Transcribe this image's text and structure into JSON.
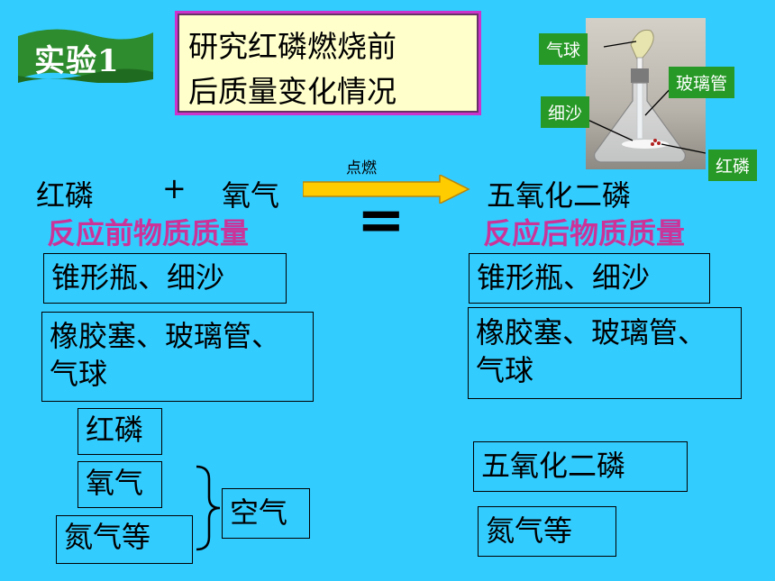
{
  "badge": {
    "label": "实验1"
  },
  "title": {
    "line1": "研究红磷燃烧前",
    "line2": "后质量变化情况"
  },
  "photo_labels": {
    "balloon": "气球",
    "glass_tube": "玻璃管",
    "fine_sand": "细沙",
    "red_phosphorus": "红磷"
  },
  "equation": {
    "reactant1": "红磷",
    "plus": "+",
    "reactant2": "氧气",
    "condition": "点燃",
    "product": "五氧化二磷",
    "equals": "="
  },
  "headings": {
    "before": "反应前物质质量",
    "after": "反应后物质质量"
  },
  "left_boxes": {
    "flask_sand": "锥形瓶、细沙",
    "stopper_line1": "橡胶塞、玻璃管、",
    "stopper_line2": "气球",
    "red_phosphorus": "红磷",
    "oxygen": "氧气",
    "nitrogen": "氮气等",
    "air": "空气"
  },
  "right_boxes": {
    "flask_sand": "锥形瓶、细沙",
    "stopper_line1": "橡胶塞、玻璃管、",
    "stopper_line2": "气球",
    "product": "五氧化二磷",
    "nitrogen": "氮气等"
  },
  "colors": {
    "background": "#33ccff",
    "badge_green": "#2e8b2e",
    "title_bg": "#ffffcc",
    "title_border": "#cc33cc",
    "heading_pink": "#cc3399",
    "arrow_yellow": "#ffcc00"
  }
}
